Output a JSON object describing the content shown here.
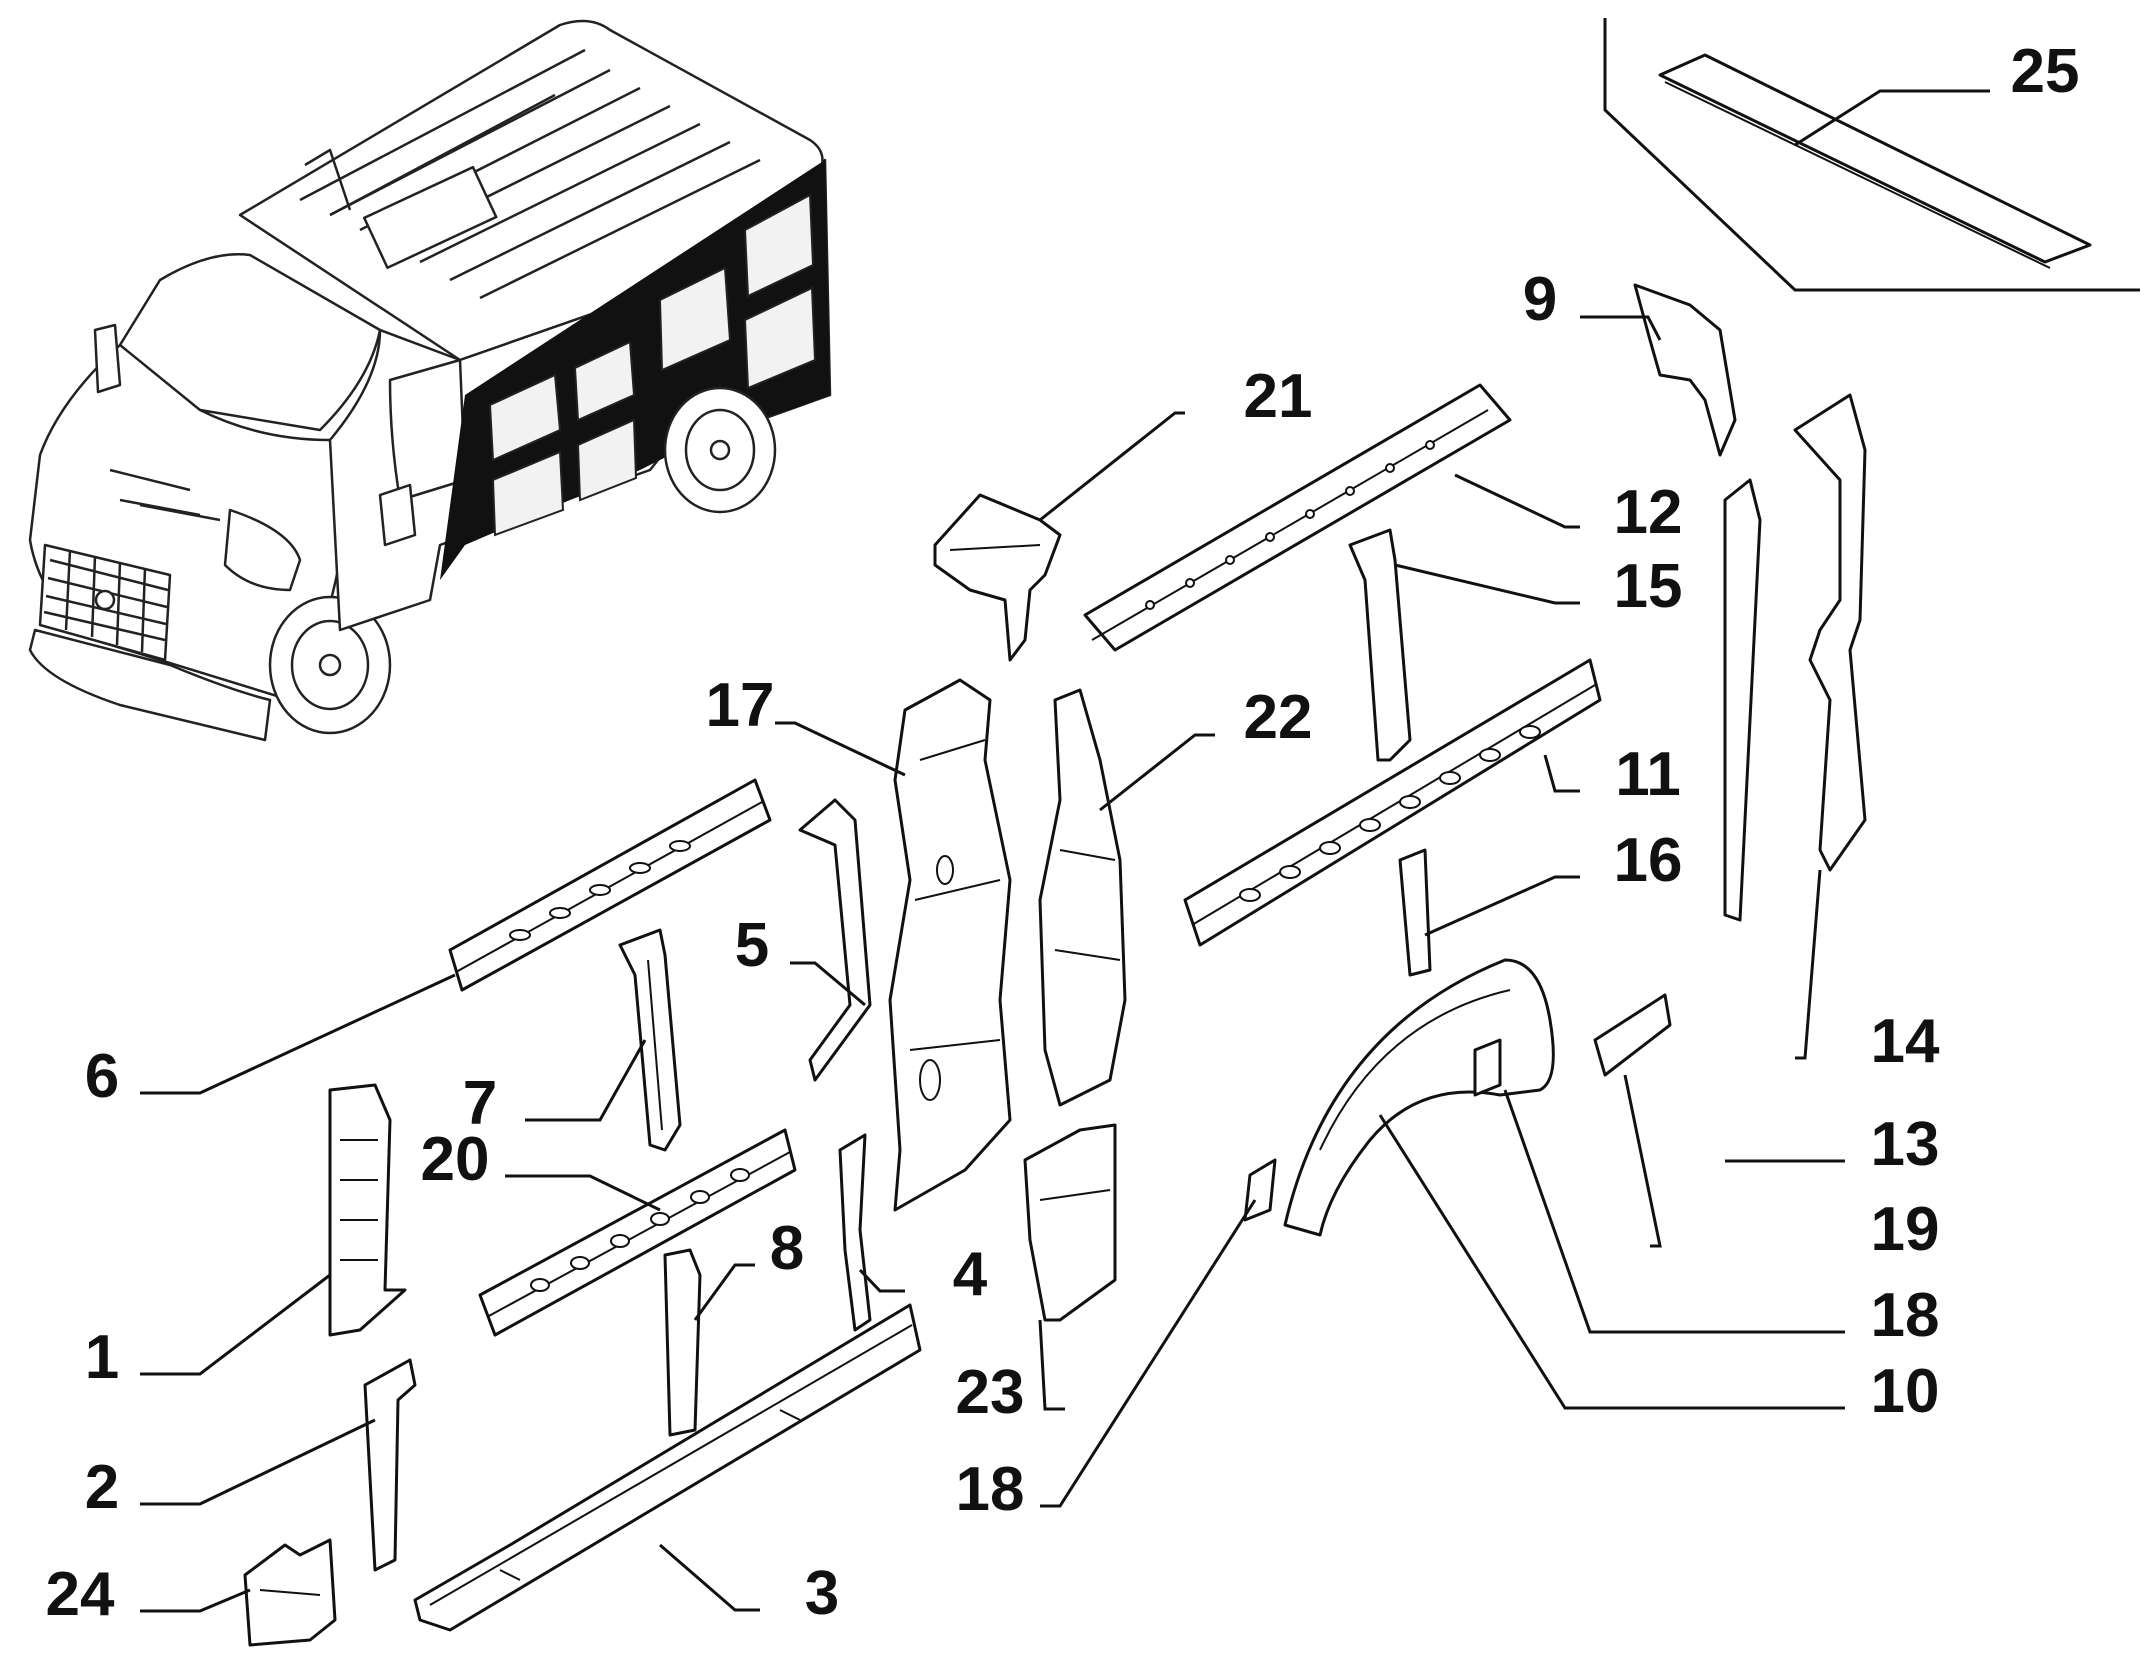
{
  "diagram": {
    "colors": {
      "ink": "#111111",
      "paper": "#ffffff",
      "highlight_frame": "#111111"
    },
    "callouts": [
      {
        "id": "c1",
        "text": "1"
      },
      {
        "id": "c2",
        "text": "2"
      },
      {
        "id": "c3",
        "text": "3"
      },
      {
        "id": "c4",
        "text": "4"
      },
      {
        "id": "c5",
        "text": "5"
      },
      {
        "id": "c6",
        "text": "6"
      },
      {
        "id": "c7",
        "text": "7"
      },
      {
        "id": "c8",
        "text": "8"
      },
      {
        "id": "c9",
        "text": "9"
      },
      {
        "id": "c10",
        "text": "10"
      },
      {
        "id": "c11",
        "text": "11"
      },
      {
        "id": "c12",
        "text": "12"
      },
      {
        "id": "c13",
        "text": "13"
      },
      {
        "id": "c14",
        "text": "14"
      },
      {
        "id": "c15",
        "text": "15"
      },
      {
        "id": "c16",
        "text": "16"
      },
      {
        "id": "c17",
        "text": "17"
      },
      {
        "id": "c18a",
        "text": "18"
      },
      {
        "id": "c18b",
        "text": "18"
      },
      {
        "id": "c19",
        "text": "19"
      },
      {
        "id": "c20",
        "text": "20"
      },
      {
        "id": "c21",
        "text": "21"
      },
      {
        "id": "c22",
        "text": "22"
      },
      {
        "id": "c23",
        "text": "23"
      },
      {
        "id": "c24",
        "text": "24"
      },
      {
        "id": "c25",
        "text": "25"
      }
    ]
  }
}
